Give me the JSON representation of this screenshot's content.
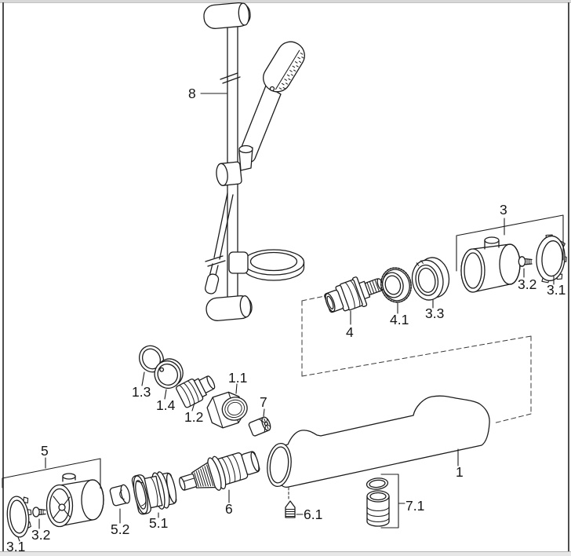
{
  "page": {
    "kind": "exploded-parts-diagram",
    "background_color": "#ffffff",
    "line_color": "#1c1c1c",
    "frame_border_color": "#4d4d4d",
    "frame_strip_color": "#d7d7d7"
  },
  "diagram": {
    "callouts": [
      {
        "text": "8",
        "target": "shower-rail-set"
      },
      {
        "text": "3",
        "target": "top-escutcheon-assembly"
      },
      {
        "text": "3.2",
        "target": "top-screw"
      },
      {
        "text": "3.1",
        "target": "top-splined-cap"
      },
      {
        "text": "4",
        "target": "shutoff-cartridge"
      },
      {
        "text": "4.1",
        "target": "knurled-ring"
      },
      {
        "text": "3.3",
        "target": "ring-nut"
      },
      {
        "text": "1.3",
        "target": "seal-ring"
      },
      {
        "text": "1.4",
        "target": "filter-washer"
      },
      {
        "text": "1.2",
        "target": "union-fitting"
      },
      {
        "text": "1.1",
        "target": "union-nut"
      },
      {
        "text": "7",
        "target": "check-valve-insert"
      },
      {
        "text": "5",
        "target": "bottom-escutcheon-assembly"
      },
      {
        "text": "3.1",
        "target": "bottom-splined-cap"
      },
      {
        "text": "3.2",
        "target": "bottom-screw"
      },
      {
        "text": "5.2",
        "target": "adapter-cap"
      },
      {
        "text": "5.1",
        "target": "stop-ring"
      },
      {
        "text": "6",
        "target": "thermostat-cartridge"
      },
      {
        "text": "6.1",
        "target": "grub-screw"
      },
      {
        "text": "1",
        "target": "mixer-body"
      },
      {
        "text": "7.1",
        "target": "outlet-insert"
      }
    ]
  }
}
